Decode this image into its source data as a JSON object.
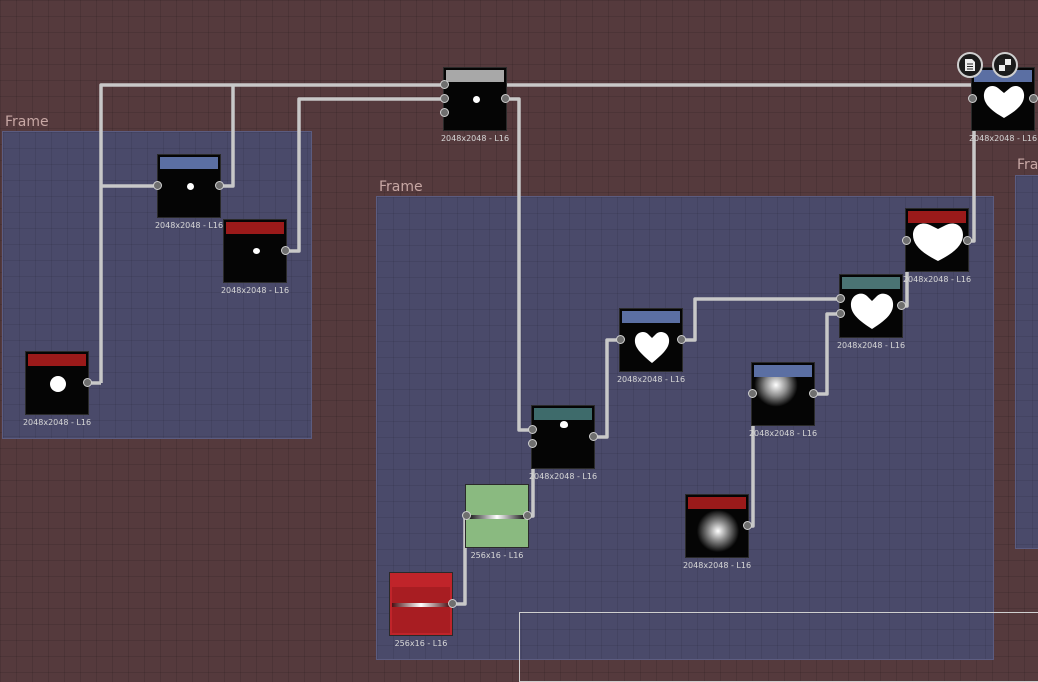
{
  "frames": [
    {
      "label": "Frame"
    },
    {
      "label": "Frame"
    },
    {
      "label": "Fra"
    }
  ],
  "nodes": [
    {
      "id": "input-top",
      "caption": "2048x2048 - L16",
      "header_color": "#a8a8a8",
      "icon": "small-dot-icon"
    },
    {
      "id": "blue-left",
      "caption": "2048x2048 - L16",
      "header_color": "#5b6fa3",
      "icon": "small-dot-icon"
    },
    {
      "id": "red-mid-left",
      "caption": "2048x2048 - L16",
      "header_color": "#9b1a1a",
      "icon": "small-dot-icon"
    },
    {
      "id": "red-circle",
      "caption": "2048x2048 - L16",
      "header_color": "#9b1a1a",
      "icon": "circle-icon"
    },
    {
      "id": "teal-center",
      "caption": "2048x2048 - L16",
      "header_color": "#3e6b6b",
      "icon": "small-dot-icon"
    },
    {
      "id": "gradient-green",
      "caption": "256x16 - L16",
      "header_color": "#8aba80",
      "icon": "gradient-bar-icon"
    },
    {
      "id": "gradient-red",
      "caption": "256x16 - L16",
      "header_color": "#c0242a",
      "icon": "gradient-bar-icon"
    },
    {
      "id": "heart-blue",
      "caption": "2048x2048 - L16",
      "header_color": "#5b6fa3",
      "icon": "heart-icon"
    },
    {
      "id": "blur-blue",
      "caption": "2048x2048 - L16",
      "header_color": "#5b6fa3",
      "icon": "glow-icon"
    },
    {
      "id": "blur-red",
      "caption": "2048x2048 - L16",
      "header_color": "#9b1a1a",
      "icon": "glow-icon"
    },
    {
      "id": "heart-teal",
      "caption": "2048x2048 - L16",
      "header_color": "#3e6b6b",
      "icon": "heart-icon"
    },
    {
      "id": "heart-red",
      "caption": "2048x2048 - L16",
      "header_color": "#9b1a1a",
      "icon": "heart-icon"
    },
    {
      "id": "output",
      "caption": "2048x2048 - L16",
      "header_color": "#5b6fa3",
      "icon": "heart-icon"
    }
  ],
  "toolbar": {
    "buttons": [
      {
        "icon": "document-icon"
      },
      {
        "icon": "checker-icon"
      }
    ]
  },
  "colors": {
    "canvas": "#553a3d",
    "frame": "#4a4a6a",
    "wire": "#c8c8c8"
  }
}
